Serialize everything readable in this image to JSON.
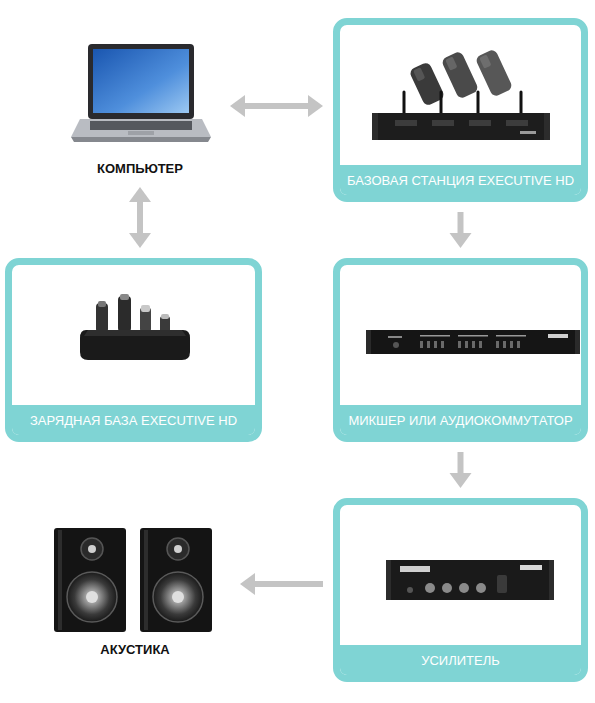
{
  "diagram": {
    "nodes": [
      {
        "text": [
          "КОМПЬЮТЕР"
        ]
      },
      {
        "text": [
          "БАЗОВАЯ СТАНЦИЯ EXECUTIVE HD"
        ]
      },
      {
        "text": [
          "ЗАРЯДНАЯ БАЗА EXECUTIVE HD"
        ]
      },
      {
        "text": [
          "МИКШЕР ИЛИ АУДИОКОММУТАТОР"
        ]
      },
      {
        "text": [
          "АКУСТИКА"
        ]
      },
      {
        "text": [
          "УСИЛИТЕЛЬ"
        ]
      }
    ],
    "edges": [
      {
        "from": 0,
        "to": 1,
        "arrow": "both"
      },
      {
        "from": 0,
        "to": 2,
        "arrow": "both"
      },
      {
        "from": 1,
        "to": 3,
        "arrow": "to"
      },
      {
        "from": 3,
        "to": 5,
        "arrow": "to"
      },
      {
        "from": 5,
        "to": 4,
        "arrow": "to"
      }
    ]
  }
}
